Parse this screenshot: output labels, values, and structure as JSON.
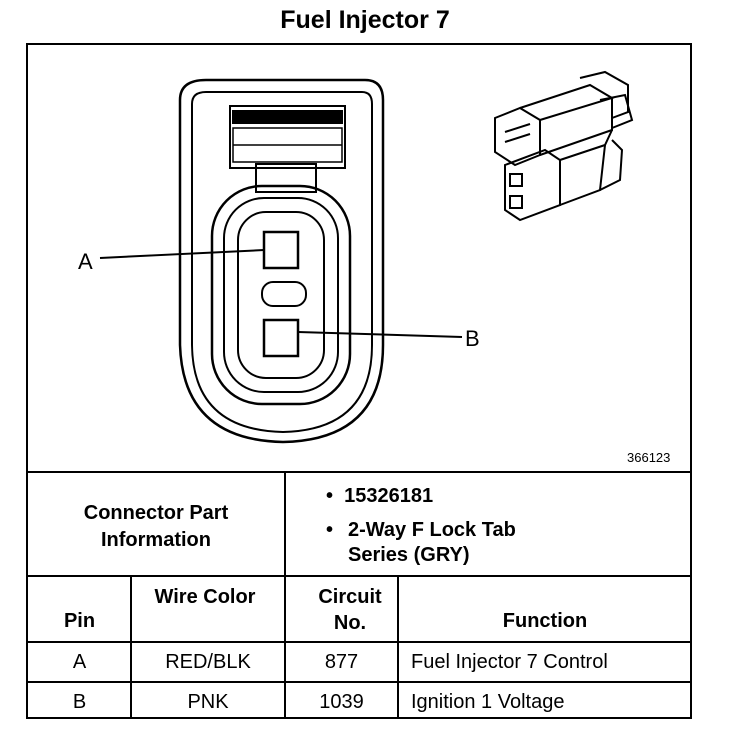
{
  "title": "Fuel Injector 7",
  "figure_number": "366123",
  "pin_callouts": {
    "a": "A",
    "b": "B"
  },
  "connector_info": {
    "label": "Connector Part Information",
    "items": [
      "15326181",
      "2-Way F Lock Tab Series (GRY)"
    ]
  },
  "table": {
    "headers": {
      "pin": "Pin",
      "wire_color": "Wire Color",
      "circuit_no": "Circuit No.",
      "function": "Function"
    },
    "rows": [
      {
        "pin": "A",
        "wire_color": "RED/BLK",
        "circuit_no": "877",
        "function": "Fuel Injector 7 Control"
      },
      {
        "pin": "B",
        "wire_color": "PNK",
        "circuit_no": "1039",
        "function": "Ignition 1 Voltage"
      }
    ]
  }
}
